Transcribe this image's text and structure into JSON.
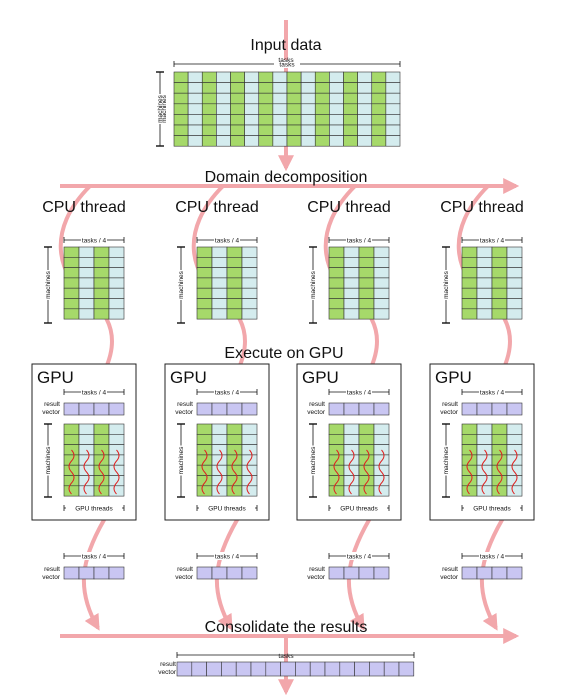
{
  "labels": {
    "input_data": "Input data",
    "domain_decomposition": "Domain decomposition",
    "execute_on_gpu": "Execute on GPU",
    "consolidate": "Consolidate the results",
    "tasks": "tasks",
    "tasks_quarter": "tasks / 4",
    "machines": "machines",
    "result_vector_line1": "result",
    "result_vector_line2": "vector",
    "gpu_threads": "GPU threads"
  },
  "threads": [
    {
      "cpu_label": "CPU thread",
      "gpu_label": "GPU"
    },
    {
      "cpu_label": "CPU thread",
      "gpu_label": "GPU"
    },
    {
      "cpu_label": "CPU thread",
      "gpu_label": "GPU"
    },
    {
      "cpu_label": "CPU thread",
      "gpu_label": "GPU"
    }
  ],
  "colors": {
    "flow": "#f2a7ab",
    "green": "#a6d96a",
    "cyan": "#d4ecee",
    "purple": "#c9c6f2",
    "grid_stroke": "#333333",
    "gpu_thread": "#e02020"
  }
}
